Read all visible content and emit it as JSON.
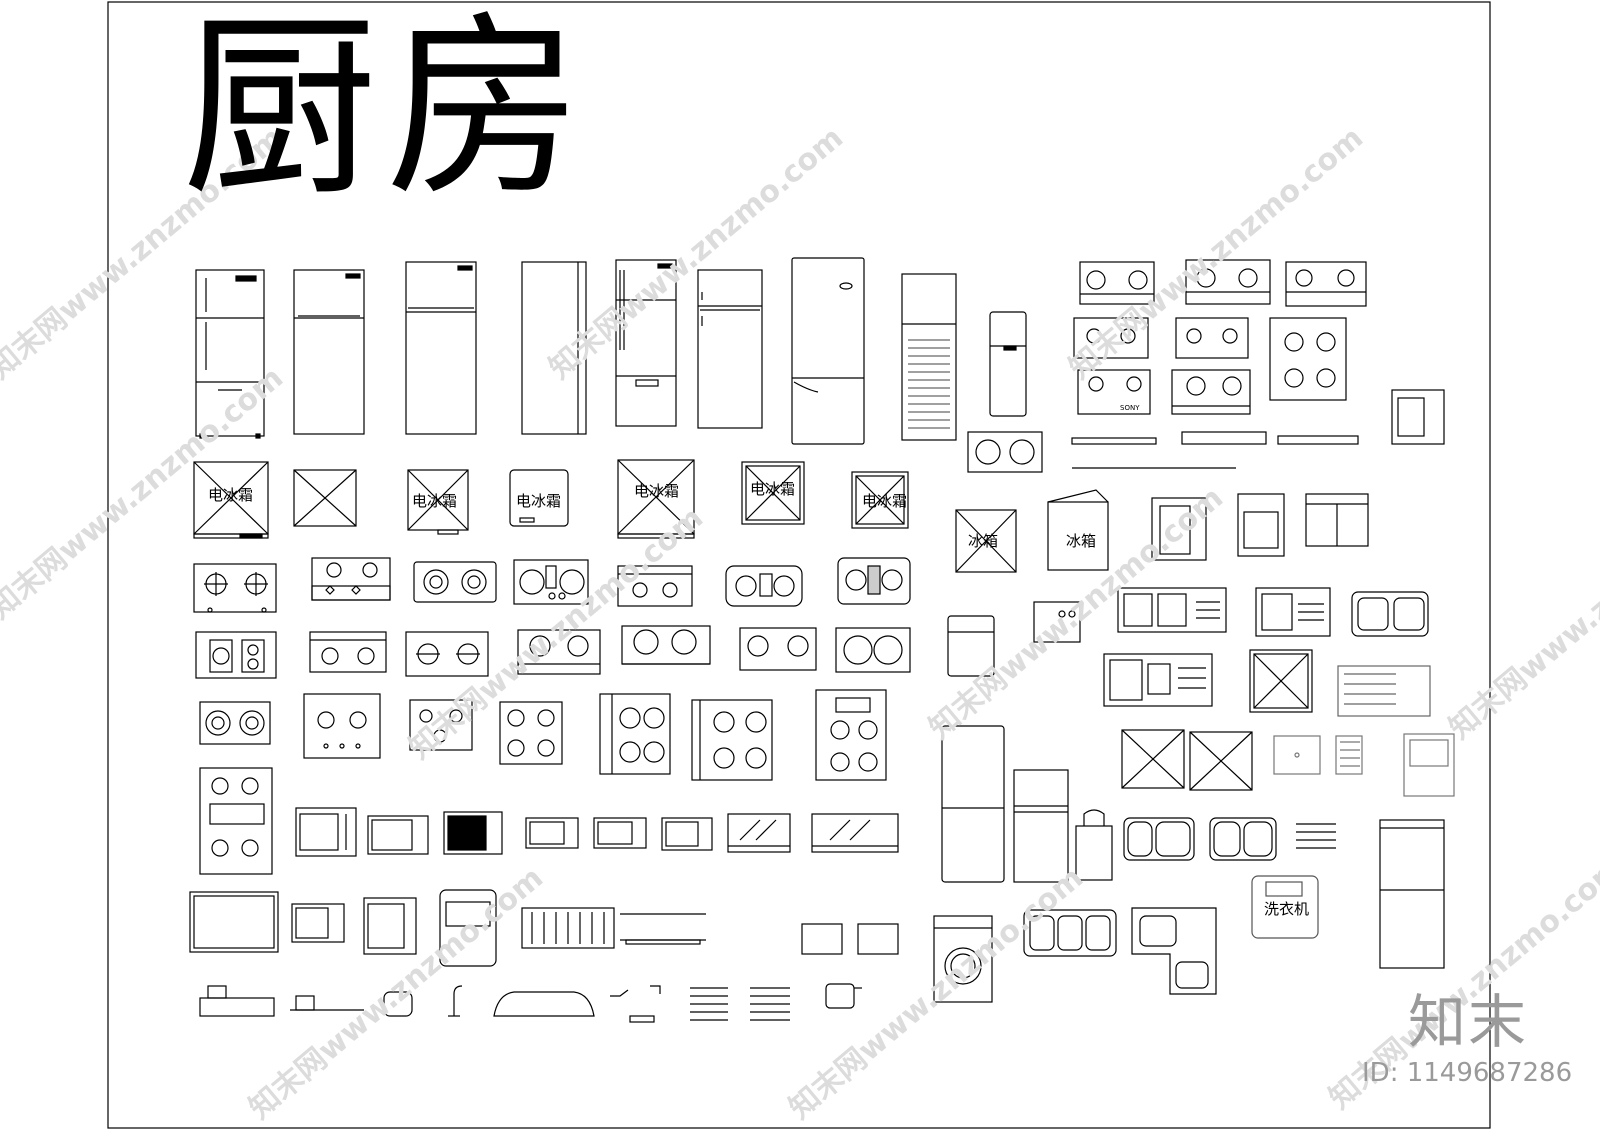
{
  "drawing": {
    "title": "厨房",
    "labels": {
      "freezer": "电冰霜",
      "fridge": "冰箱",
      "washer": "洗衣机",
      "stove_brand": "SONY"
    }
  },
  "watermark": {
    "text": "知末网www.znzmo.com",
    "brand": "知末",
    "id": "ID: 1149687286"
  }
}
